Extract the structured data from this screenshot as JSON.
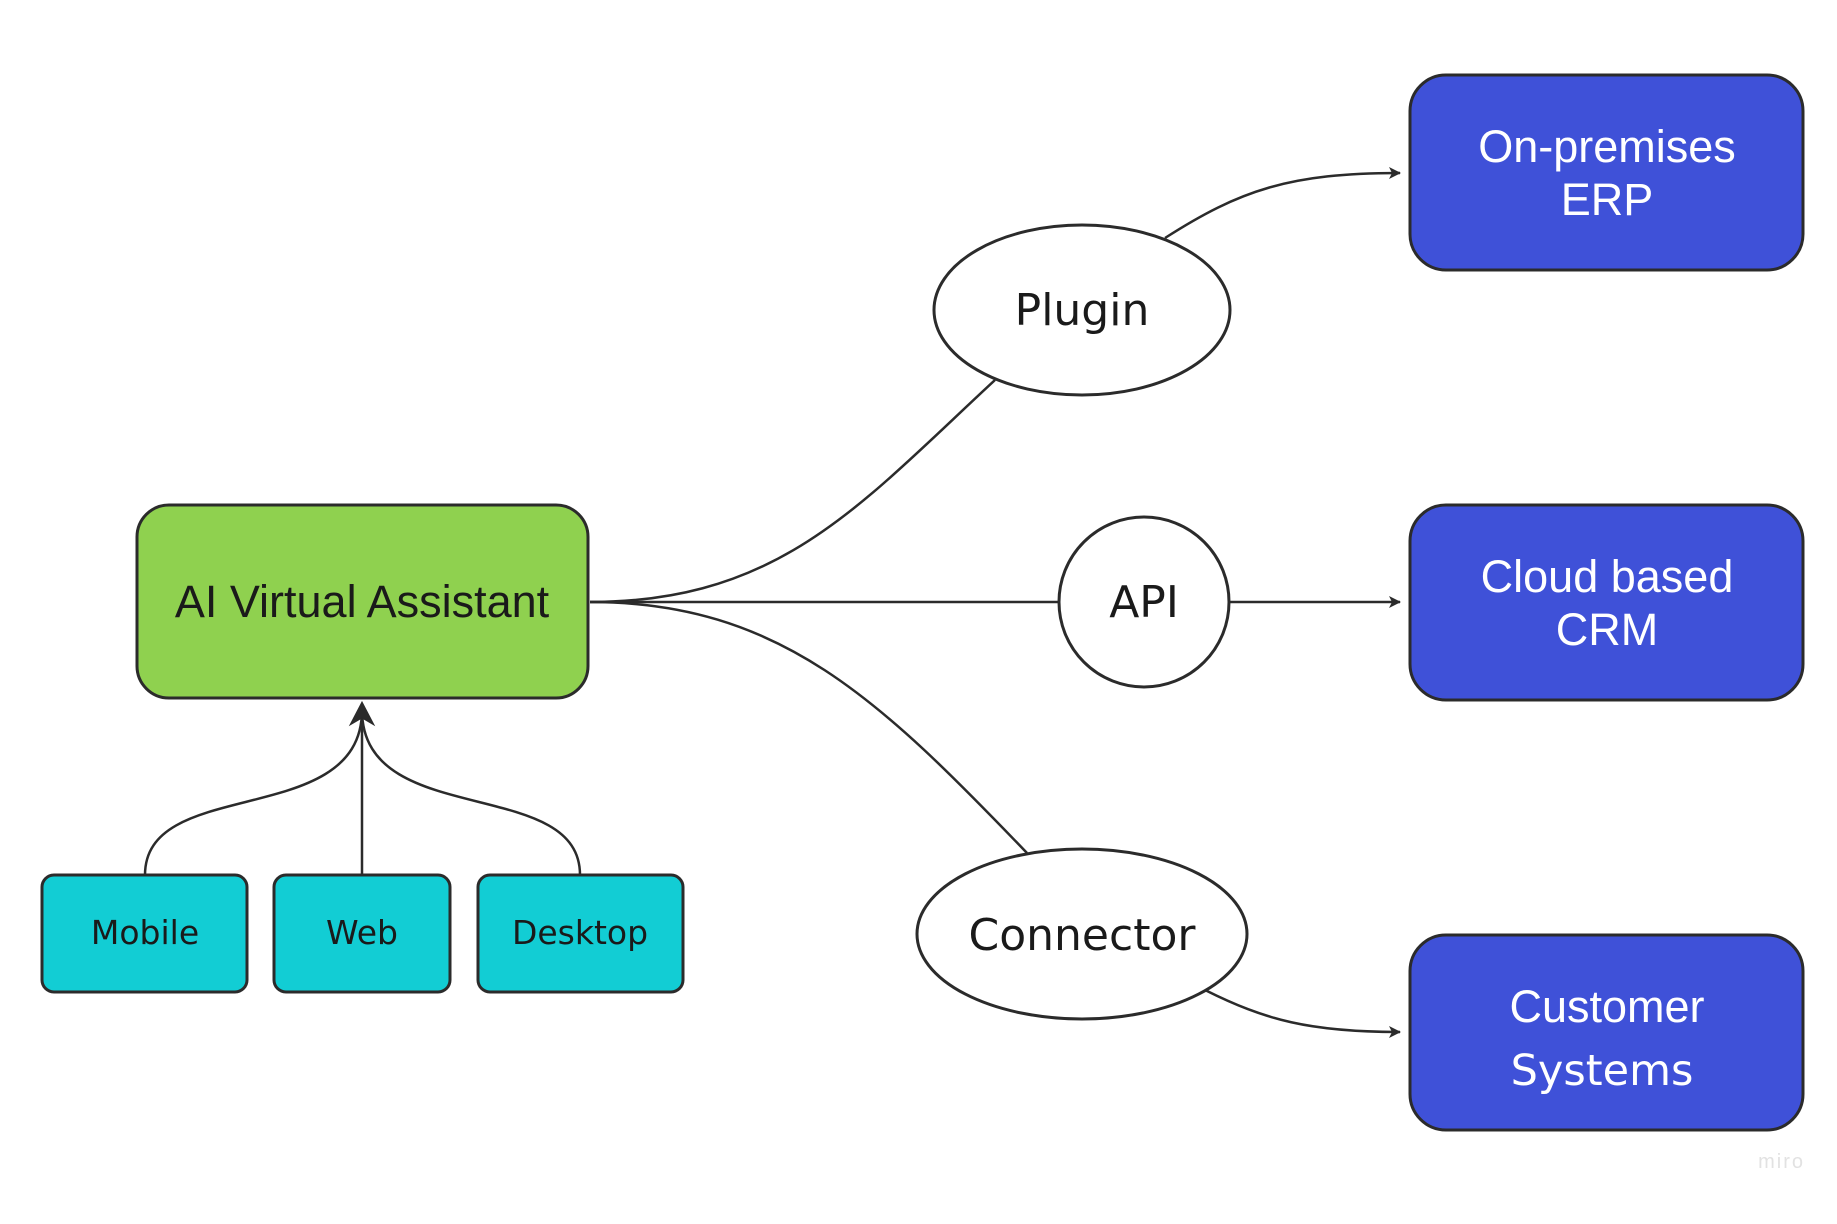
{
  "diagram": {
    "center": {
      "label": "AI Virtual Assistant",
      "color": "#8fd14f"
    },
    "clients": [
      {
        "label": "Mobile",
        "color": "#12cdd4"
      },
      {
        "label": "Web",
        "color": "#12cdd4"
      },
      {
        "label": "Desktop",
        "color": "#12cdd4"
      }
    ],
    "connectors": [
      {
        "label": "Plugin"
      },
      {
        "label": "API"
      },
      {
        "label": "Connector"
      }
    ],
    "systems": [
      {
        "line1": "On-premises",
        "line2": "ERP",
        "color": "#3f51d8"
      },
      {
        "line1": "Cloud based",
        "line2": "CRM",
        "color": "#3f51d8"
      },
      {
        "line1": "Customer",
        "line2": "Systems",
        "color": "#3f51d8"
      }
    ],
    "watermark": "miro"
  },
  "colors": {
    "stroke": "#2b2b2b",
    "background": "#ffffff",
    "system_text": "#ffffff"
  }
}
